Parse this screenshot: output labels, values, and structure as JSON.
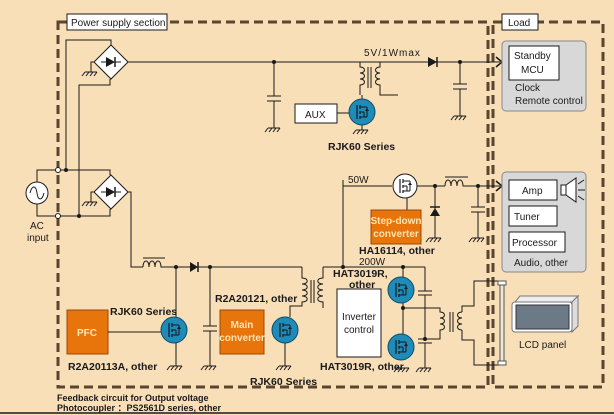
{
  "sections": {
    "power_supply": "Power supply section",
    "load": "Load"
  },
  "input": {
    "line1": "AC",
    "line2": "input"
  },
  "standby": {
    "rating": "5V/1Wmax",
    "aux_label": "AUX",
    "mosfet_label": "RJK60 Series",
    "mcu_line1": "Standby",
    "mcu_line2": "MCU",
    "group_line1": "Clock",
    "group_line2": "Remote control"
  },
  "pfc": {
    "block_label": "PFC",
    "mosfet_label": "RJK60 Series",
    "ic_label": "R2A20113A, other"
  },
  "main_converter": {
    "block_line1": "Main",
    "block_line2": "converter",
    "ic_label": "R2A20121, other",
    "mosfet_label": "RJK60 Series"
  },
  "step_down": {
    "rating": "50W",
    "block_line1": "Step-down",
    "block_line2": "converter",
    "ic_label": "HA16114, other"
  },
  "inverter": {
    "rating": "200W",
    "block_line1": "Inverter",
    "block_line2": "control",
    "upper_mosfet_line1": "HAT3019R,",
    "upper_mosfet_line2": "other",
    "lower_mosfet_label": "HAT3019R, other"
  },
  "audio": {
    "items": [
      "Amp",
      "Tuner",
      "Processor"
    ],
    "group_label": "Audio, other"
  },
  "lcd": {
    "label": "LCD panel"
  },
  "footer": {
    "line1": "Feedback circuit for Output voltage",
    "line2": "Photocoupler ：PS2561D series, other"
  }
}
